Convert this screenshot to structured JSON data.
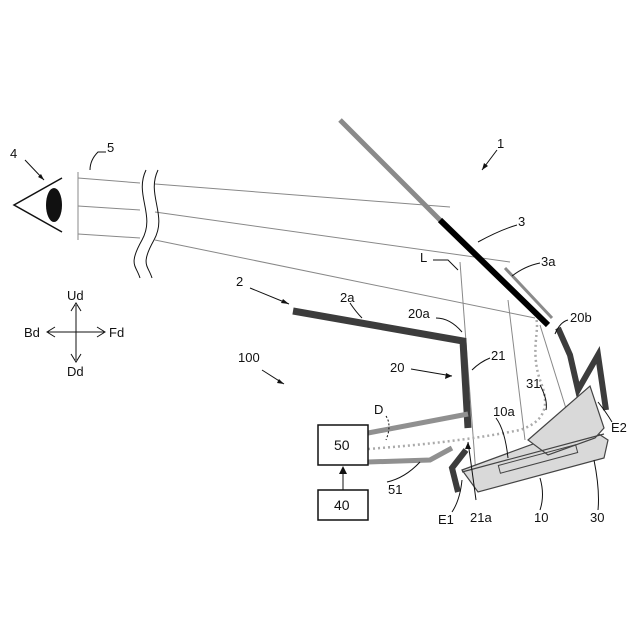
{
  "labels": {
    "n1": "1",
    "n2": "2",
    "n2a": "2a",
    "n3": "3",
    "n3a": "3a",
    "n4": "4",
    "n5": "5",
    "n10": "10",
    "n10a": "10a",
    "n20": "20",
    "n20a": "20a",
    "n20b": "20b",
    "n21": "21",
    "n21a": "21a",
    "n30": "30",
    "n31": "31",
    "n40": "40",
    "n50": "50",
    "n51": "51",
    "n100": "100",
    "L": "L",
    "D": "D",
    "E1": "E1",
    "E2": "E2"
  },
  "directions": {
    "up": "Ud",
    "down": "Dd",
    "back": "Bd",
    "front": "Fd"
  },
  "colors": {
    "dark_wall": "#3c3c3c",
    "windshield_gray": "#8a8a8a",
    "combiner_black": "#000000",
    "duct_gray": "#909090",
    "device_fill": "#d9d9d9",
    "light_path": "#aaaaaa"
  }
}
